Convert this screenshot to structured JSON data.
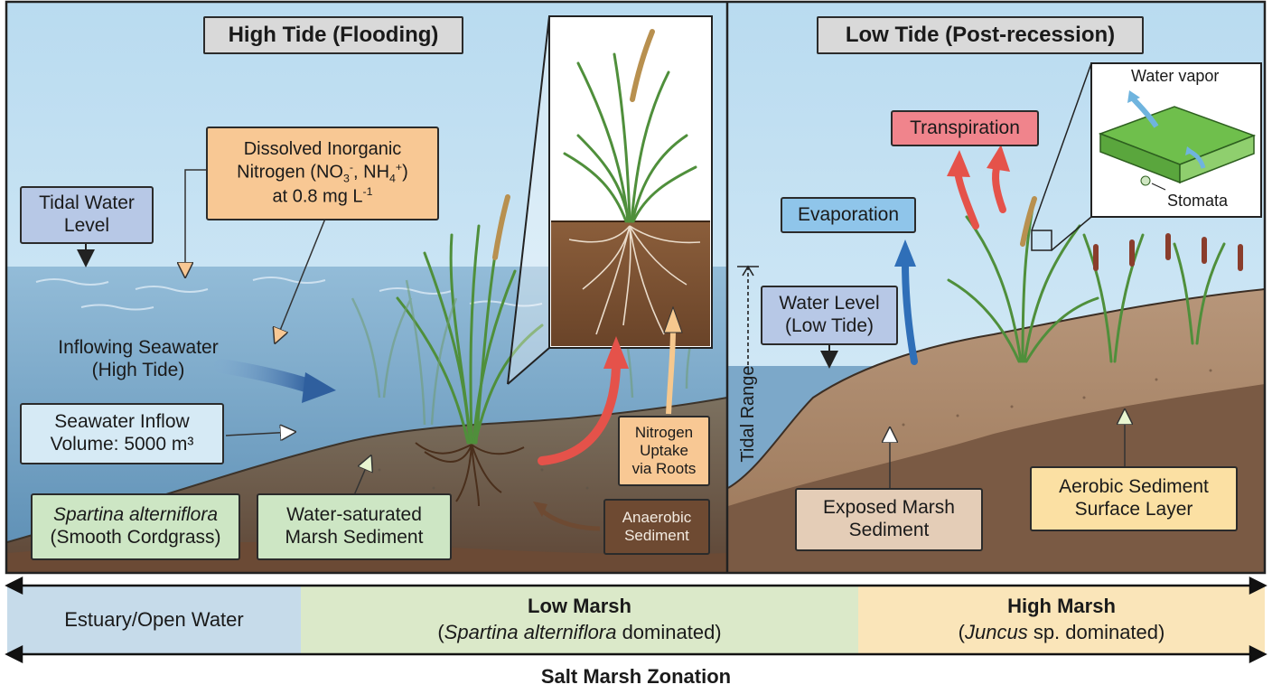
{
  "panels": {
    "high_tide_title": "High Tide (Flooding)",
    "low_tide_title": "Low Tide (Post-recession)"
  },
  "high_tide": {
    "din_label": {
      "line1": "Dissolved Inorganic",
      "line2_pre": "Nitrogen (NO",
      "no3_sub": "3",
      "no3_sup": "-",
      "mid": ", NH",
      "nh4_sub": "4",
      "nh4_sup": "+",
      "end": ")",
      "line3_pre": "at 0.8 mg L",
      "line3_sup": "-1"
    },
    "tidal_water_level": {
      "line1": "Tidal Water",
      "line2": "Level"
    },
    "inflowing_seawater": {
      "line1": "Inflowing Seawater",
      "line2": "(High Tide)"
    },
    "seawater_inflow": {
      "line1": "Seawater Inflow",
      "line2": "Volume: 5000 m³"
    },
    "spartina": {
      "line1": "Spartina alterniflora",
      "line2": "(Smooth Cordgrass)"
    },
    "saturated_sediment": {
      "line1": "Water-saturated",
      "line2": "Marsh Sediment"
    },
    "anaerobic": {
      "line1": "Anaerobic",
      "line2": "Sediment"
    },
    "nitrogen_uptake": {
      "line1": "Nitrogen",
      "line2": "Uptake",
      "line3": "via Roots"
    }
  },
  "low_tide": {
    "transpiration": "Transpiration",
    "evaporation": "Evaporation",
    "water_level": {
      "line1": "Water Level",
      "line2": "(Low Tide)"
    },
    "tidal_range": "Tidal Range",
    "exposed_sediment": {
      "line1": "Exposed Marsh",
      "line2": "Sediment"
    },
    "aerobic_sediment": {
      "line1": "Aerobic Sediment",
      "line2": "Surface Layer"
    },
    "water_vapor": "Water vapor",
    "stomata": "Stomata"
  },
  "zonation": {
    "title": "Salt Marsh Zonation",
    "estuary": "Estuary/Open Water",
    "low_marsh": {
      "title": "Low Marsh",
      "sub_pre": "(",
      "sub_em": "Spartina alterniflora",
      "sub_post": " dominated)"
    },
    "high_marsh": {
      "title": "High Marsh",
      "sub_pre": "(",
      "sub_em": "Juncus",
      "sub_post": " sp. dominated)"
    }
  },
  "colors": {
    "orange_label": "#f8c894",
    "blue_label": "#b7c8e6",
    "green_label": "#cde6c4",
    "red_arrow": "#e5524a",
    "blue_arrow": "#2f6fb8",
    "estuary_band": "#c6dbea",
    "low_marsh_band": "#dbe9c9",
    "high_marsh_band": "#fae5b9"
  }
}
